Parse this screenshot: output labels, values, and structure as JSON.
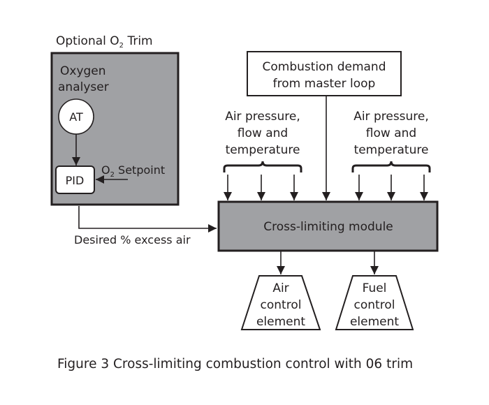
{
  "caption": "Figure 3 Cross-limiting combustion control with 06 trim",
  "o2_trim": {
    "title_prefix": "Optional O",
    "title_sub": "2",
    "title_suffix": " Trim",
    "analyser_line1": "Oxygen",
    "analyser_line2": "analyser",
    "transmitter": "AT",
    "controller": "PID",
    "setpoint_prefix": "O",
    "setpoint_sub": "2",
    "setpoint_suffix": " Setpoint"
  },
  "desired_excess_air": "Desired % excess air",
  "combustion_demand": {
    "line1": "Combustion demand",
    "line2": "from master loop"
  },
  "air_inputs_left": {
    "line1": "Air pressure,",
    "line2": "flow and",
    "line3": "temperature"
  },
  "air_inputs_right": {
    "line1": "Air pressure,",
    "line2": "flow and",
    "line3": "temperature"
  },
  "cross_limiting_module": "Cross-limiting module",
  "air_element": {
    "line1": "Air",
    "line2": "control",
    "line3": "element"
  },
  "fuel_element": {
    "line1": "Fuel",
    "line2": "control",
    "line3": "element"
  },
  "colors": {
    "module_fill": "#a0a1a4",
    "stroke": "#231f20",
    "background": "#ffffff"
  }
}
